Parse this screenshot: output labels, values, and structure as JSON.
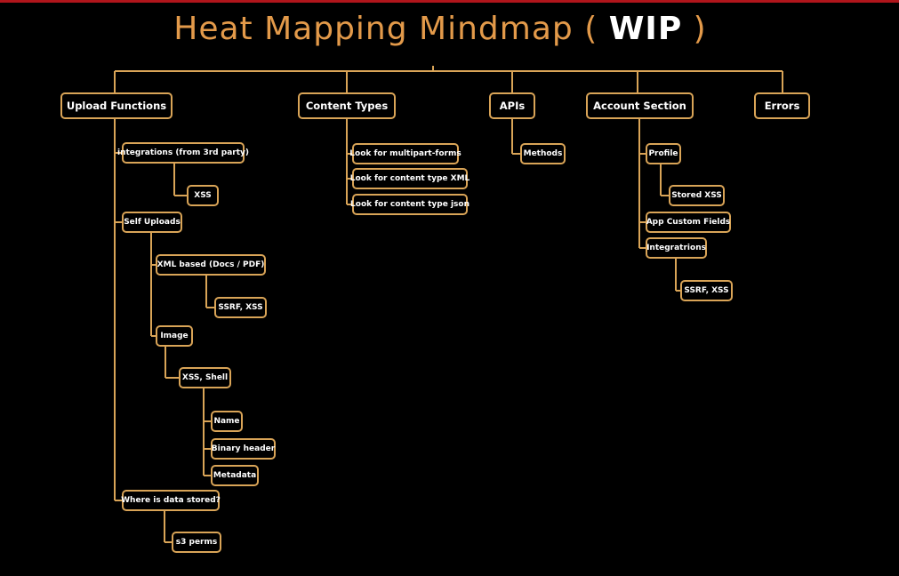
{
  "title": {
    "main": "Heat Mapping Mindmap",
    "open_paren": "(",
    "wip": "WIP",
    "close_paren": ")"
  },
  "colors": {
    "line": "#d9a457",
    "title": "#e39a4a",
    "background": "#000000",
    "top_border": "#b0151b"
  },
  "nodes": {
    "upload_functions": "Upload Functions",
    "content_types": "Content Types",
    "apis": "APIs",
    "account_section": "Account Section",
    "errors": "Errors",
    "integrations": "integrations (from 3rd party)",
    "integrations_xss": "XSS",
    "self_uploads": "Self Uploads",
    "xml_based": "XML based (Docs / PDF)",
    "ssrf_xss_xml": "SSRF, XSS",
    "image": "Image",
    "xss_shell": "XSS, Shell",
    "name": "Name",
    "binary_header": "Binary header",
    "metadata": "Metadata",
    "where_stored": "Where is data stored?",
    "s3_perms": "s3 perms",
    "multipart_forms": "Look for multipart-forms",
    "content_type_xml": "Look for content type XML",
    "content_type_json": "Look for content type json",
    "methods": "Methods",
    "profile": "Profile",
    "stored_xss": "Stored XSS",
    "app_custom_fields": "App Custom Fields",
    "integratrions": "Integratrions",
    "ssrf_xss_account": "SSRF, XSS"
  }
}
